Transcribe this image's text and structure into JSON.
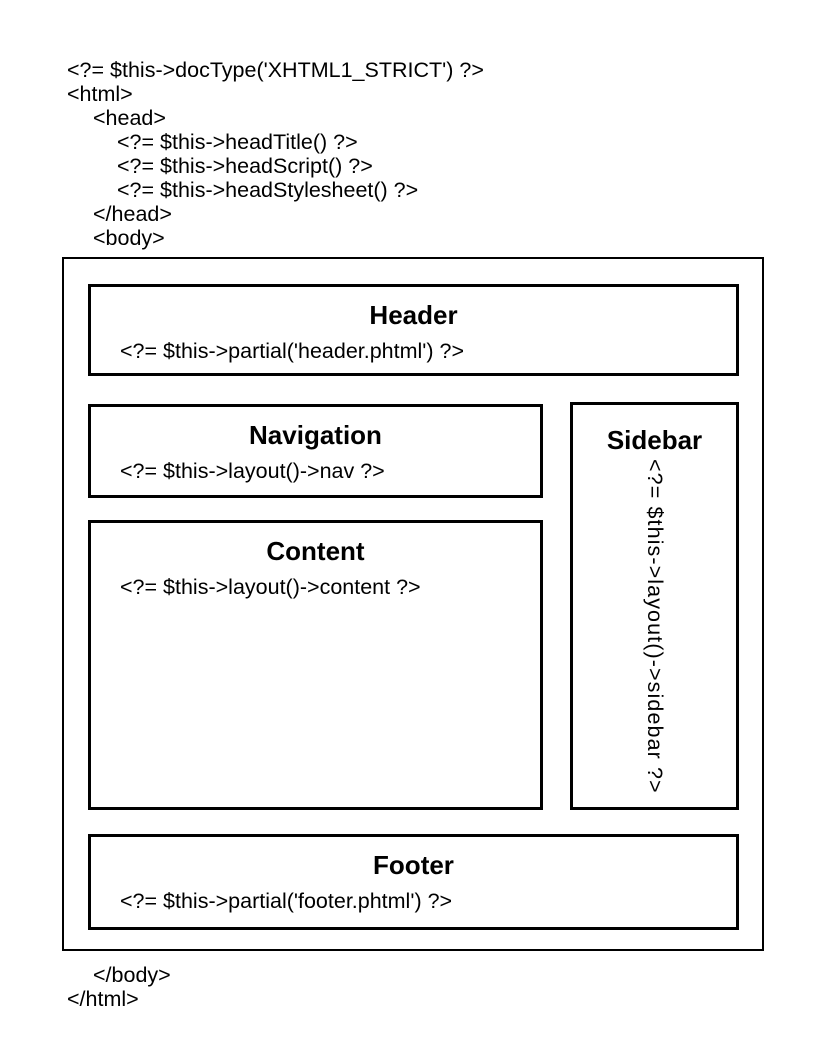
{
  "page": {
    "colors": {
      "background": "#ffffff",
      "line": "#000000",
      "text": "#000000"
    },
    "top_code": {
      "lines": [
        "<?= $this->docType('XHTML1_STRICT') ?>",
        "<html>",
        "<head>",
        "<?= $this->headTitle() ?>",
        "<?= $this->headScript() ?>",
        "<?= $this->headStylesheet() ?>",
        "</head>",
        "<body>"
      ]
    },
    "layout_diagram": {
      "header": {
        "title": "Header",
        "code": "<?= $this->partial('header.phtml') ?>"
      },
      "navigation": {
        "title": "Navigation",
        "code": "<?= $this->layout()->nav ?>"
      },
      "content": {
        "title": "Content",
        "code": "<?= $this->layout()->content ?>"
      },
      "sidebar": {
        "title": "Sidebar",
        "code": "<?= $this->layout()->sidebar ?>"
      },
      "footer": {
        "title": "Footer",
        "code": "<?= $this->partial('footer.phtml') ?>"
      }
    },
    "bottom_code": {
      "lines": [
        "</body>",
        "</html>"
      ]
    }
  }
}
